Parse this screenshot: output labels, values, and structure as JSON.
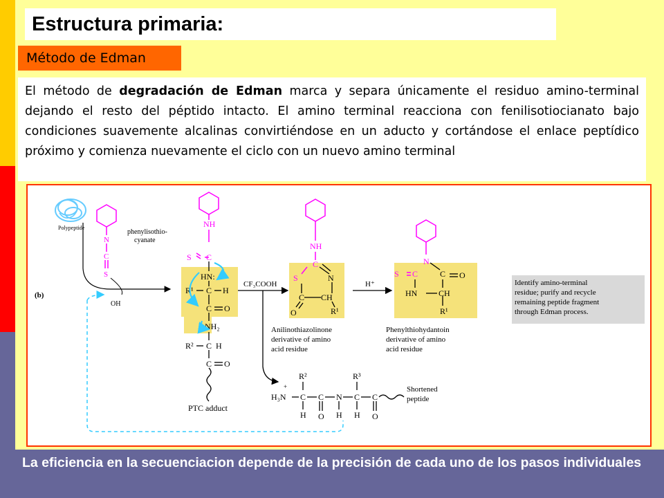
{
  "title": "Estructura primaria:",
  "subtitle": "Método de Edman",
  "body": {
    "t1": "El método de ",
    "bold": "degradación de Edman",
    "t2": " marca y separa únicamente el residuo amino-terminal dejando el resto del péptido intacto. El amino terminal reacciona con fenilisotiocianato bajo condiciones suavemente alcalinas convirtiéndose en un aducto y cortándose el enlace peptídico próximo y comienza nuevamente el ciclo con un nuevo amino terminal"
  },
  "figure": {
    "panel": "(b)",
    "polypeptide": "Polypeptide",
    "phenyl_1": "phenylisothio-",
    "phenyl_2": "cyanate",
    "oh": "OH",
    "reagent": "CF₃COOH",
    "hplus": "H⁺",
    "ptc": "PTC adduct",
    "atz_1": "Anilinothiazolinone",
    "atz_2": "derivative of amino",
    "atz_3": "acid residue",
    "pth_1": "Phenylthiohydantoin",
    "pth_2": "derivative of amino",
    "pth_3": "acid residue",
    "short_1": "Shortened",
    "short_2": "peptide",
    "note_1": "Identify amino-terminal",
    "note_2": "residue; purify and recycle",
    "note_3": "remaining peptide fragment",
    "note_4": "through Edman process."
  },
  "footer": "La eficiencia en la secuenciacion depende de la precisión de cada uno de los pasos individuales",
  "colors": {
    "background": "#ffff99",
    "magenta": "#ff00ff",
    "cyan": "#33ccff",
    "highlight": "#f5e27a",
    "orange": "#ff6600",
    "footer": "#666699"
  }
}
